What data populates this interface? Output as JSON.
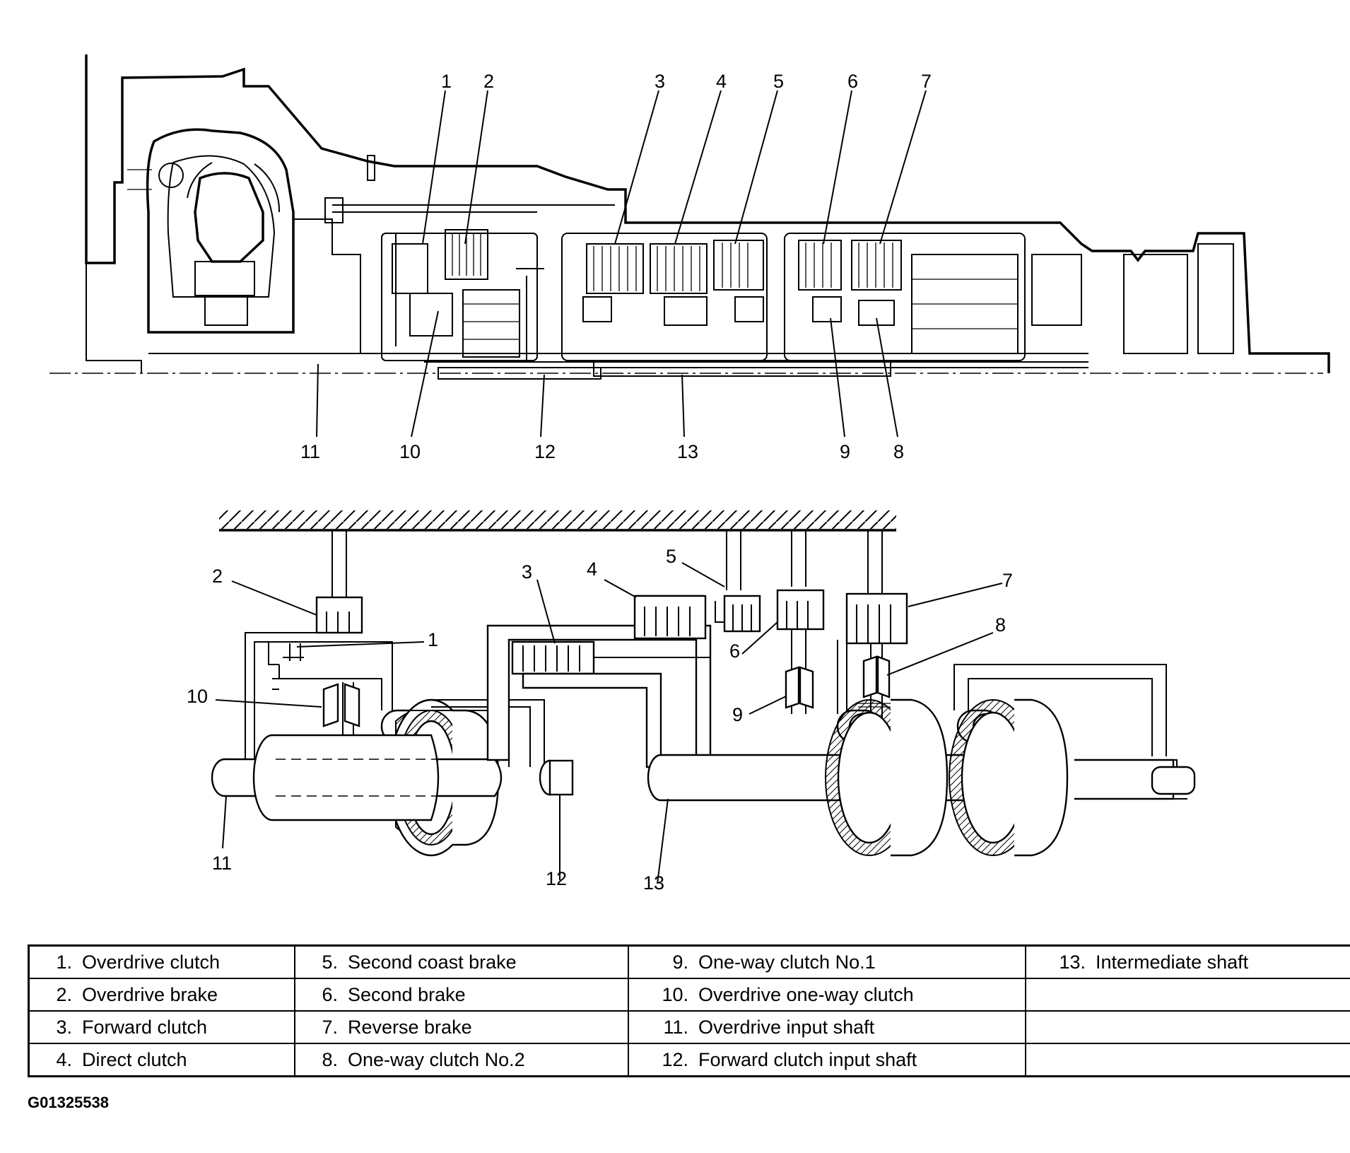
{
  "callouts": {
    "top": [
      "1",
      "2",
      "3",
      "4",
      "5",
      "6",
      "7",
      "11",
      "10",
      "12",
      "13",
      "9",
      "8"
    ],
    "bottom": [
      "2",
      "1",
      "10",
      "11",
      "12",
      "3",
      "4",
      "5",
      "6",
      "9",
      "7",
      "8",
      "13"
    ]
  },
  "legend": {
    "rows": [
      [
        {
          "n": "1.",
          "t": "Overdrive clutch"
        },
        {
          "n": "5.",
          "t": "Second coast brake"
        },
        {
          "n": "9.",
          "t": "One-way clutch No.1"
        },
        {
          "n": "13.",
          "t": "Intermediate shaft"
        }
      ],
      [
        {
          "n": "2.",
          "t": "Overdrive brake"
        },
        {
          "n": "6.",
          "t": "Second brake"
        },
        {
          "n": "10.",
          "t": "Overdrive one-way clutch"
        },
        {
          "n": "",
          "t": ""
        }
      ],
      [
        {
          "n": "3.",
          "t": "Forward clutch"
        },
        {
          "n": "7.",
          "t": "Reverse brake"
        },
        {
          "n": "11.",
          "t": "Overdrive input shaft"
        },
        {
          "n": "",
          "t": ""
        }
      ],
      [
        {
          "n": "4.",
          "t": "Direct clutch"
        },
        {
          "n": "8.",
          "t": "One-way clutch No.2"
        },
        {
          "n": "12.",
          "t": "Forward clutch input shaft"
        },
        {
          "n": "",
          "t": ""
        }
      ]
    ]
  },
  "figure_code": "G01325538"
}
